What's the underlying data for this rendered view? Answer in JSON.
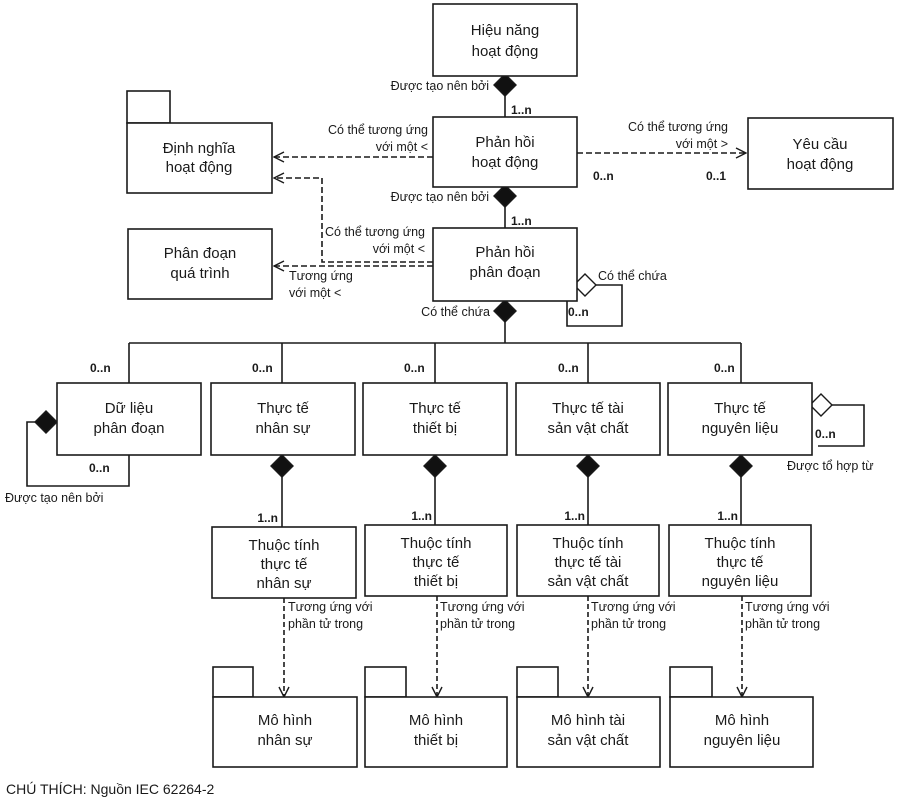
{
  "diagram": {
    "caption": "CHÚ THÍCH: Nguồn IEC 62264-2",
    "boxes": {
      "hieu_nang": {
        "kind": "class",
        "lines": [
          "Hiệu năng",
          "hoạt động"
        ]
      },
      "dinh_nghia": {
        "kind": "package",
        "lines": [
          "Định nghĩa",
          "hoạt động"
        ]
      },
      "phan_hoi_hd": {
        "kind": "class",
        "lines": [
          "Phản hồi",
          "hoạt động"
        ]
      },
      "yeu_cau": {
        "kind": "class",
        "lines": [
          "Yêu cầu",
          "hoạt động"
        ]
      },
      "phan_doan_qt": {
        "kind": "class",
        "lines": [
          "Phân đoạn",
          "quá trình"
        ]
      },
      "phan_hoi_pd": {
        "kind": "class",
        "lines": [
          "Phản hồi",
          "phân đoạn"
        ]
      },
      "du_lieu_pd": {
        "kind": "class",
        "lines": [
          "Dữ liệu",
          "phân đoạn"
        ]
      },
      "tt_nhan_su": {
        "kind": "class",
        "lines": [
          "Thực tế",
          "nhân sự"
        ]
      },
      "tt_thiet_bi": {
        "kind": "class",
        "lines": [
          "Thực tế",
          "thiết bị"
        ]
      },
      "tt_tai_san": {
        "kind": "class",
        "lines": [
          "Thực tế tài",
          "sản vật chất"
        ]
      },
      "tt_nguyen_lieu": {
        "kind": "class",
        "lines": [
          "Thực tế",
          "nguyên liệu"
        ]
      },
      "ttt_nhan_su": {
        "kind": "class",
        "lines": [
          "Thuộc tính",
          "thực tế",
          "nhân sự"
        ]
      },
      "ttt_thiet_bi": {
        "kind": "class",
        "lines": [
          "Thuộc tính",
          "thực tế",
          "thiết bị"
        ]
      },
      "ttt_tai_san": {
        "kind": "class",
        "lines": [
          "Thuộc tính",
          "thực tế tài",
          "sản vật chất"
        ]
      },
      "ttt_nguyen_lieu": {
        "kind": "class",
        "lines": [
          "Thuộc tính",
          "thực tế",
          "nguyên liệu"
        ]
      },
      "mh_nhan_su": {
        "kind": "package",
        "lines": [
          "Mô hình",
          "nhân sự"
        ]
      },
      "mh_thiet_bi": {
        "kind": "package",
        "lines": [
          "Mô hình",
          "thiết bị"
        ]
      },
      "mh_tai_san": {
        "kind": "package",
        "lines": [
          "Mô hình tài",
          "sản vật chất"
        ]
      },
      "mh_nguyen_lieu": {
        "kind": "package",
        "lines": [
          "Mô hình",
          "nguyên liệu"
        ]
      }
    },
    "relations": [
      {
        "id": "r1",
        "type": "composition",
        "from": "hieu_nang",
        "to": "phan_hoi_hd",
        "label": "Được tạo nên bởi",
        "multiplicity": "1..n"
      },
      {
        "id": "r2",
        "type": "dependency",
        "from": "phan_hoi_hd",
        "to": "dinh_nghia",
        "label_lines": [
          "Có thể tương ứng",
          "với một <"
        ]
      },
      {
        "id": "r3",
        "type": "dependency",
        "from": "phan_hoi_hd",
        "to": "yeu_cau",
        "label_lines": [
          "Có thể tương ứng",
          "với một >"
        ],
        "multiplicity_from": "0..n",
        "multiplicity_to": "0..1"
      },
      {
        "id": "r4",
        "type": "composition",
        "from": "phan_hoi_hd",
        "to": "phan_hoi_pd",
        "label": "Được tạo nên bởi",
        "multiplicity": "1..n"
      },
      {
        "id": "r5",
        "type": "dependency",
        "from": "phan_hoi_pd",
        "to": "dinh_nghia",
        "label_lines": [
          "Có thể tương ứng",
          "với một <"
        ]
      },
      {
        "id": "r6",
        "type": "dependency",
        "from": "phan_hoi_pd",
        "to": "phan_doan_qt",
        "label_lines": [
          "Tương ứng",
          "với một <"
        ]
      },
      {
        "id": "r7",
        "type": "aggregation-self",
        "on": "phan_hoi_pd",
        "label": "Có thể chứa",
        "multiplicity": "0..n"
      },
      {
        "id": "r8",
        "type": "composition",
        "from": "phan_hoi_pd",
        "label": "Có thể chứa",
        "to_list": [
          "du_lieu_pd",
          "tt_nhan_su",
          "tt_thiet_bi",
          "tt_tai_san",
          "tt_nguyen_lieu"
        ],
        "multiplicity": "0..n"
      },
      {
        "id": "r9",
        "type": "composition-self",
        "on": "du_lieu_pd",
        "label": "Được tạo nên bởi",
        "multiplicity": "0..n"
      },
      {
        "id": "r10",
        "type": "aggregation-self",
        "on": "tt_nguyen_lieu",
        "label": "Được tổ hợp từ",
        "multiplicity": "0..n"
      },
      {
        "id": "r11",
        "type": "composition",
        "from": "tt_nhan_su",
        "to": "ttt_nhan_su",
        "multiplicity": "1..n"
      },
      {
        "id": "r12",
        "type": "composition",
        "from": "tt_thiet_bi",
        "to": "ttt_thiet_bi",
        "multiplicity": "1..n"
      },
      {
        "id": "r13",
        "type": "composition",
        "from": "tt_tai_san",
        "to": "ttt_tai_san",
        "multiplicity": "1..n"
      },
      {
        "id": "r14",
        "type": "composition",
        "from": "tt_nguyen_lieu",
        "to": "ttt_nguyen_lieu",
        "multiplicity": "1..n"
      },
      {
        "id": "r15",
        "type": "dependency",
        "from": "ttt_nhan_su",
        "to": "mh_nhan_su",
        "label_lines": [
          "Tương ứng với",
          "phần tử trong"
        ]
      },
      {
        "id": "r16",
        "type": "dependency",
        "from": "ttt_thiet_bi",
        "to": "mh_thiet_bi",
        "label_lines": [
          "Tương ứng với",
          "phần tử trong"
        ]
      },
      {
        "id": "r17",
        "type": "dependency",
        "from": "ttt_tai_san",
        "to": "mh_tai_san",
        "label_lines": [
          "Tương ứng với",
          "phần tử trong"
        ]
      },
      {
        "id": "r18",
        "type": "dependency",
        "from": "ttt_nguyen_lieu",
        "to": "mh_nguyen_lieu",
        "label_lines": [
          "Tương ứng với",
          "phần tử trong"
        ]
      }
    ]
  }
}
